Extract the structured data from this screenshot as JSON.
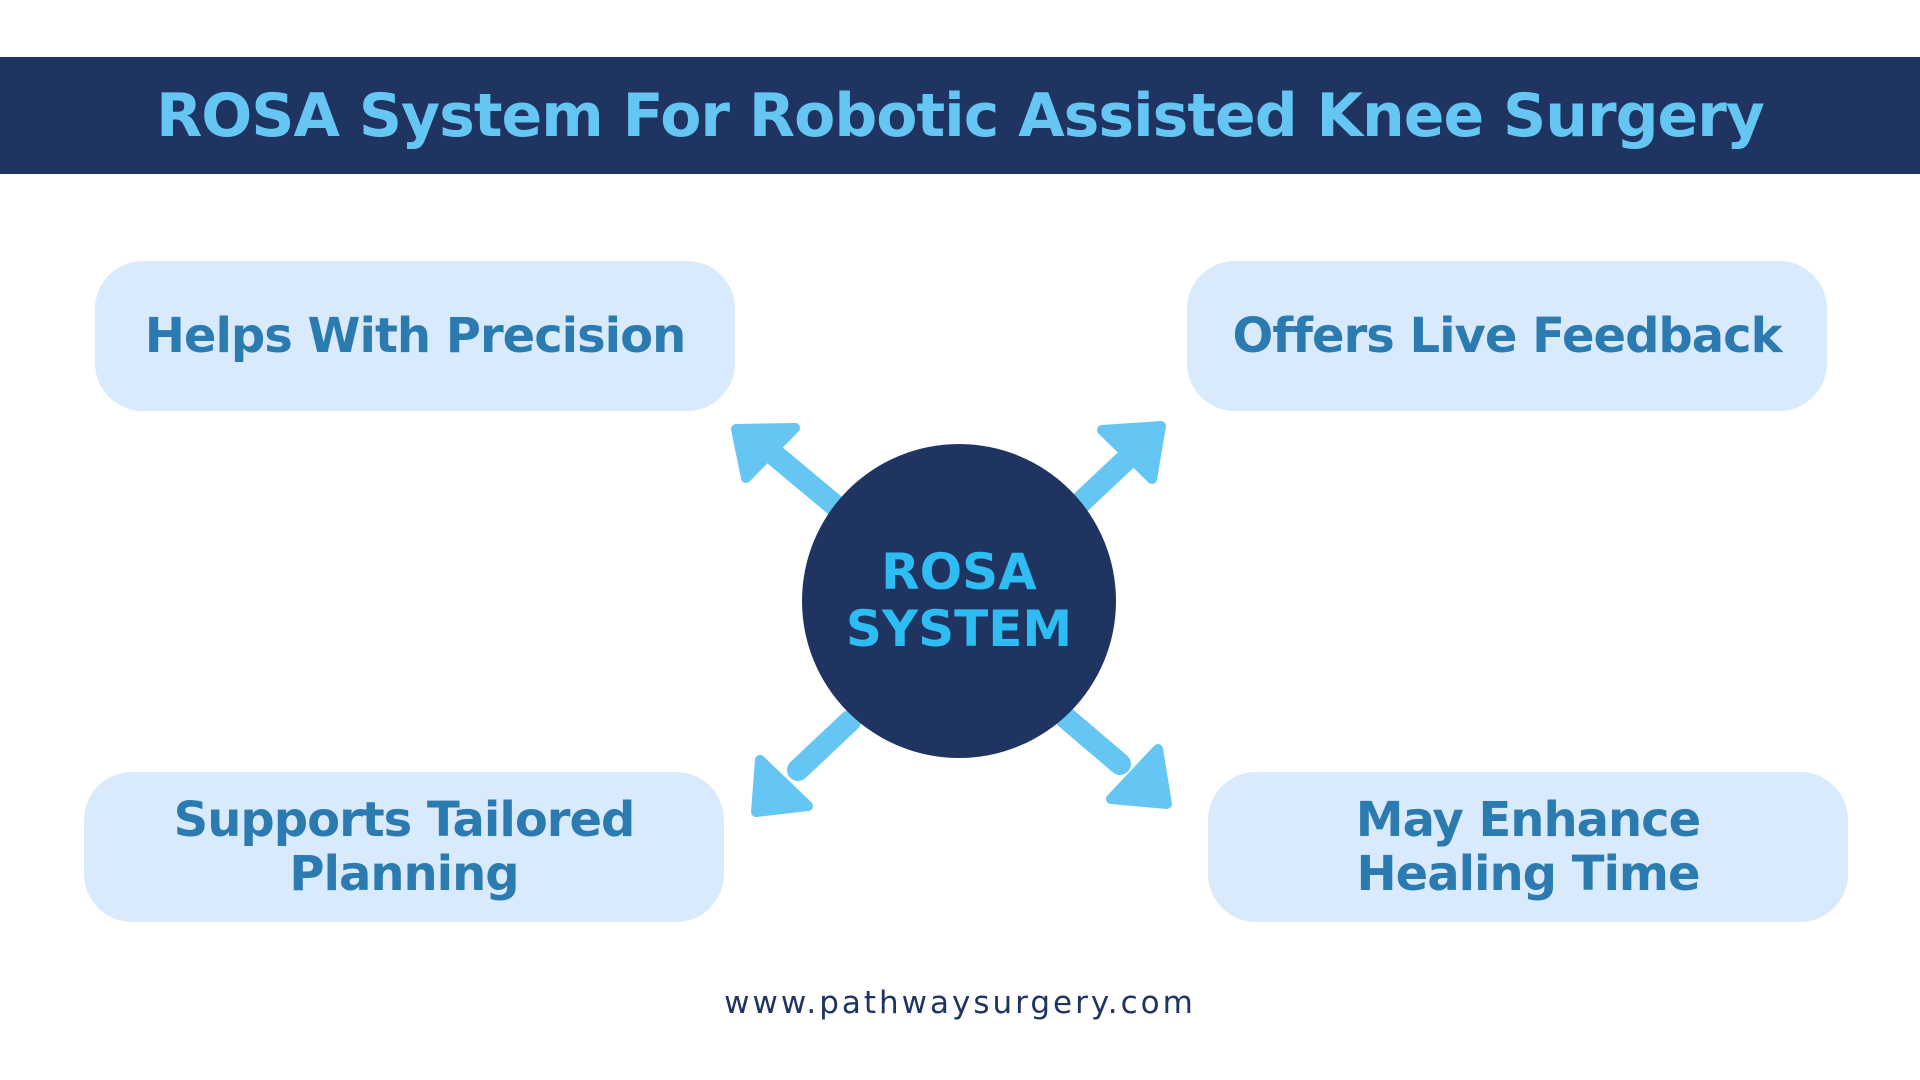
{
  "header": {
    "title": "ROSA System For Robotic Assisted Knee Surgery"
  },
  "center": {
    "line1": "ROSA",
    "line2": "SYSTEM"
  },
  "benefits": [
    {
      "label": "Helps With Precision"
    },
    {
      "label": "Offers Live Feedback"
    },
    {
      "label": "Supports Tailored\nPlanning"
    },
    {
      "label": "May Enhance\nHealing Time"
    }
  ],
  "footer": {
    "url": "www.pathwaysurgery.com"
  },
  "colors": {
    "header_background": "#1f3461",
    "title_text": "#65c6f4",
    "box_background": "#d8eafc",
    "box_text": "#2c7bb0",
    "arrow": "#65c6f4",
    "center_circle": "#1f3461",
    "center_text": "#2ebdf2"
  }
}
